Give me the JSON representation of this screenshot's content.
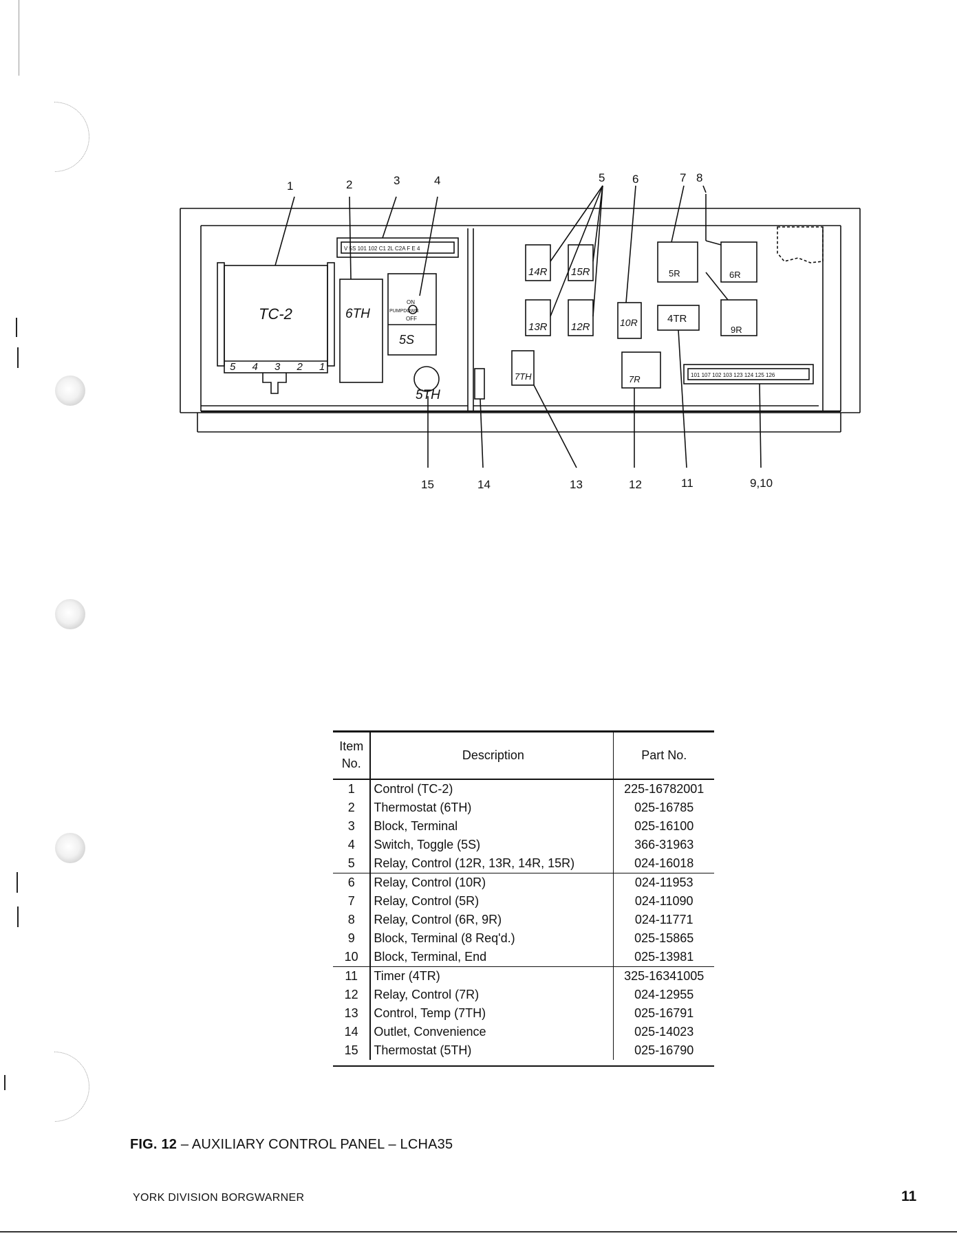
{
  "diagram": {
    "callouts": [
      "1",
      "2",
      "3",
      "4",
      "5",
      "6",
      "7",
      "8",
      "15",
      "14",
      "13",
      "12",
      "11",
      "9,10"
    ],
    "components": {
      "tc2": "TC-2",
      "tc2_terminals": "5 4 3 2 1",
      "sixth": "6TH",
      "switch_on": "ON",
      "switch_pumpdown": "PUMPDOWN",
      "switch_off": "OFF",
      "switch_label": "5S",
      "fifth": "5TH",
      "r14": "14R",
      "r15": "15R",
      "r13": "13R",
      "r12": "12R",
      "r10": "10R",
      "tr4": "4TR",
      "r5": "5R",
      "r6": "6R",
      "r9": "9R",
      "r7": "7R",
      "th7": "7TH",
      "terminal_strip_top": "V  5S  101  102  C1  2L  C2A     F  E  4",
      "terminal_strip_right": "101  107  102  103  123  124  125  126"
    }
  },
  "table": {
    "headers": {
      "item": "Item No.",
      "description": "Description",
      "part": "Part No."
    },
    "rows": [
      {
        "item": "1",
        "description": "Control (TC-2)",
        "part": "225-16782001"
      },
      {
        "item": "2",
        "description": "Thermostat (6TH)",
        "part": "025-16785"
      },
      {
        "item": "3",
        "description": "Block, Terminal",
        "part": "025-16100"
      },
      {
        "item": "4",
        "description": "Switch, Toggle (5S)",
        "part": "366-31963"
      },
      {
        "item": "5",
        "description": "Relay, Control (12R, 13R, 14R, 15R)",
        "part": "024-16018"
      },
      {
        "item": "6",
        "description": "Relay, Control (10R)",
        "part": "024-11953"
      },
      {
        "item": "7",
        "description": "Relay, Control (5R)",
        "part": "024-11090"
      },
      {
        "item": "8",
        "description": "Relay, Control (6R, 9R)",
        "part": "024-11771"
      },
      {
        "item": "9",
        "description": "Block, Terminal (8 Req'd.)",
        "part": "025-15865"
      },
      {
        "item": "10",
        "description": "Block, Terminal, End",
        "part": "025-13981"
      },
      {
        "item": "11",
        "description": "Timer (4TR)",
        "part": "325-16341005"
      },
      {
        "item": "12",
        "description": "Relay, Control (7R)",
        "part": "024-12955"
      },
      {
        "item": "13",
        "description": "Control, Temp (7TH)",
        "part": "025-16791"
      },
      {
        "item": "14",
        "description": "Outlet, Convenience",
        "part": "025-14023"
      },
      {
        "item": "15",
        "description": "Thermostat (5TH)",
        "part": "025-16790"
      }
    ]
  },
  "caption": {
    "fig": "FIG. 12",
    "text": " – AUXILIARY CONTROL PANEL – LCHA35"
  },
  "footer": {
    "company": "YORK DIVISION BORGWARNER",
    "page": "11"
  }
}
